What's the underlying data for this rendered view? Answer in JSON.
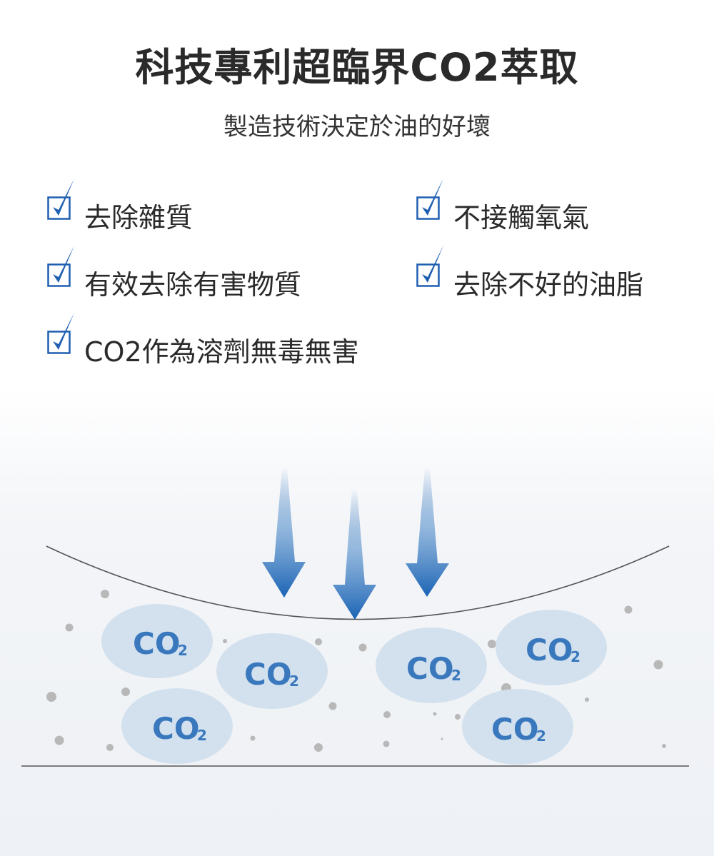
{
  "title": "科技專利超臨界CO2萃取",
  "subtitle": "製造技術決定於油的好壞",
  "checklist": [
    {
      "label": "去除雜質",
      "checked": true
    },
    {
      "label": "有效去除有害物質",
      "checked": true
    },
    {
      "label": "CO2作為溶劑無毒無害",
      "checked": true
    },
    {
      "label": "不接觸氧氣",
      "checked": true
    },
    {
      "label": "去除不好的油脂",
      "checked": true
    }
  ],
  "bubbles": [
    {
      "text": "CO",
      "sub": "2"
    },
    {
      "text": "CO",
      "sub": "2"
    },
    {
      "text": "CO",
      "sub": "2"
    },
    {
      "text": "CO",
      "sub": "2"
    },
    {
      "text": "CO",
      "sub": "2"
    },
    {
      "text": "CO",
      "sub": "2"
    }
  ],
  "colors": {
    "check_blue": "#1f5fb0",
    "bubble_fill": "#d3e1ee",
    "bubble_text": "#3a78bd",
    "arrow_blue": "#1a63b4",
    "particle_gray": "#b8b8b8"
  },
  "icons": {
    "checkbox": "checkbox-checked-icon",
    "arrow": "arrow-down-icon"
  }
}
